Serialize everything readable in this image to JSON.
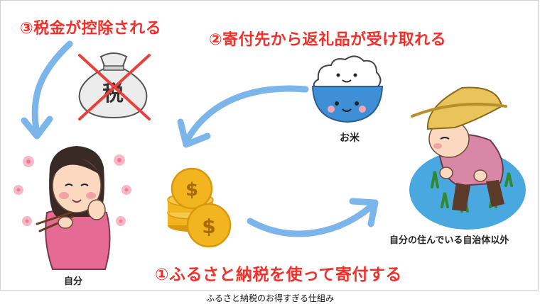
{
  "steps": {
    "step3": "③税金が控除される",
    "step2": "②寄付先から返礼品が受け取れる",
    "step1": "①ふるさと納税を使って寄付する"
  },
  "tax_bag_char": "税",
  "labels": {
    "rice": "お米",
    "self": "自分",
    "local_gov": "自分の住んでいる自治体以外"
  },
  "caption": "ふるさと納税のお得すぎる仕組み",
  "colors": {
    "step_text": "#f2302a",
    "arrow": "#7cb5ea",
    "cross": "#e8413b",
    "coin": "#f3b51f",
    "field": "#4aa8e0"
  },
  "icons": [
    "tax-bag-icon",
    "rice-bowl-icon",
    "person-icon",
    "coin-stack-icon",
    "farmer-icon",
    "flower-icon"
  ]
}
